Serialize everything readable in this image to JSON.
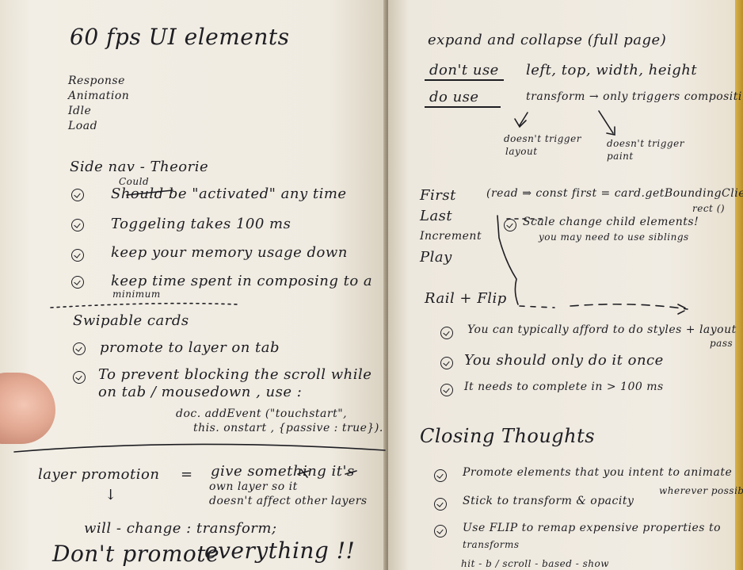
{
  "left_page": {
    "title": "60 fps  UI elements",
    "rail_list": [
      "Response",
      "Animation",
      "Idle",
      "Load"
    ],
    "side_nav_heading": "Side nav  - Theorie",
    "side_nav_could": "Could",
    "side_nav_items": [
      "Should  be  \"activated\"  any  time",
      "Toggeling  takes  100 ms",
      "keep  your  memory  usage  down",
      "keep  time  spent  in  composing  to  a"
    ],
    "side_nav_minimum": "minimum",
    "swipable_heading": "Swipable  cards",
    "swipable_items": [
      "promote  to  layer  on  tab",
      "To  prevent  blocking  the  scroll  while"
    ],
    "swipable_cont": "on  tab / mousedown ,  use :",
    "code_line1": "doc. addEvent  (\"touchstart\",",
    "code_line2": "this. onstart ,  {passive :  true}).",
    "layer_promotion": "layer  promotion",
    "equals": "=",
    "layer_def1": "give  something  it's",
    "layer_def2": "own  layer      so      it",
    "layer_def3": "doesn't  affect  other  layers",
    "arrow_down": "↓",
    "will_change": "will - change :  transform;",
    "dont_promote": "Don't  promote",
    "everything": "everything !!"
  },
  "right_page": {
    "expand_heading": "expand  and  collapse  (full  page)",
    "dont_use_label": "don't  use",
    "dont_use_value": "left,  top,  width,  height",
    "do_use_label": "do  use",
    "do_use_value": "transform  → only  triggers  compositing",
    "note_layout1": "doesn't  trigger",
    "note_layout2": "layout",
    "note_paint1": "doesn't  trigger",
    "note_paint2": "paint",
    "flip_words": [
      "First",
      "Last",
      "Increment",
      "Play"
    ],
    "flip_code1": "(read  ⇒  const  first  =  card.getBoundingClient -",
    "flip_code2": "rect ()",
    "scale_note1": "Scale  change  child  elements!",
    "scale_note2": "you  may  need  to  use  siblings",
    "rail_flip": "Rail  +  Flip",
    "rail_flip_items": [
      "You  can  typically  afford  to  do  styles  + layout",
      "You  should  only  do  it  once",
      "It  needs  to  complete  in  > 100 ms"
    ],
    "pass_word": "pass",
    "closing_heading": "Closing  Thoughts",
    "closing_items": [
      "Promote  elements  that  you  intent  to  animate",
      "Stick  to  transform  &  opacity",
      "Use  FLIP  to  remap  expensive  properties  to"
    ],
    "wherever": "wherever  possible",
    "transforms": "transforms",
    "cut_off": "hit  -  b / scroll  -  based  -  show"
  }
}
